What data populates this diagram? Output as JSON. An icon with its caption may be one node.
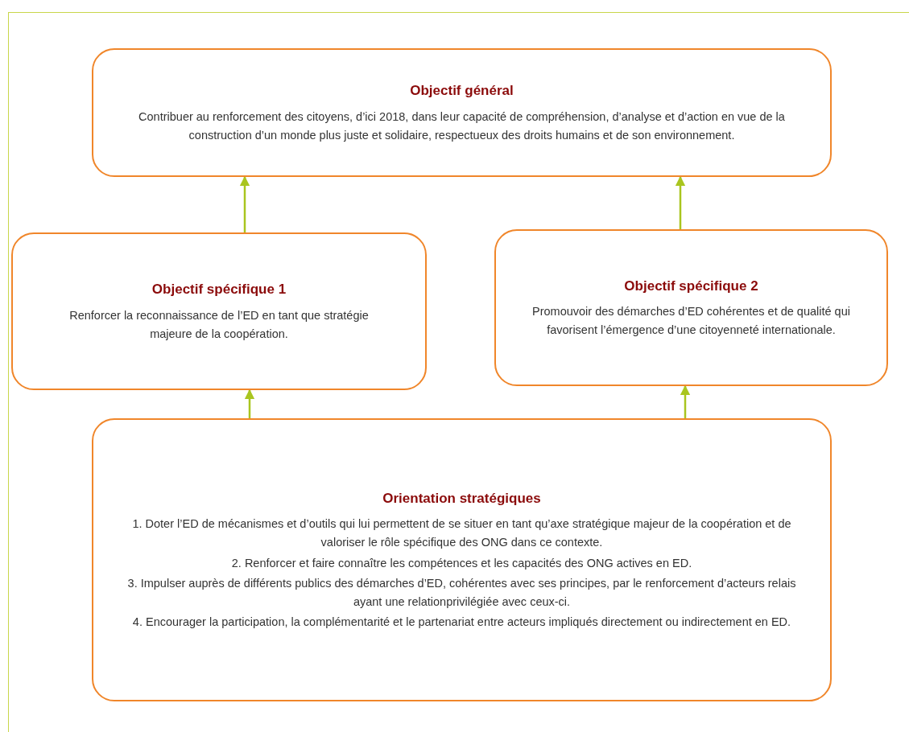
{
  "diagram": {
    "nodes": [
      {
        "text": [
          "Objectif général",
          "Contribuer au renforcement des citoyens, d’ici 2018, dans leur capacité de compréhension, d’analyse et d’action en vue de la construction d’un monde plus juste et solidaire, respectueux des droits humains et de son environnement."
        ]
      },
      {
        "text": [
          "Objectif spécifique 1",
          "Renforcer la reconnaissance de l’ED en tant que stratégie majeure de la coopération."
        ]
      },
      {
        "text": [
          "Objectif spécifique 2",
          "Promouvoir des démarches d’ED cohérentes et de qualité qui favorisent l’émergence d’une citoyenneté internationale."
        ]
      },
      {
        "text": [
          "Orientation stratégiques",
          "1. Doter l’ED de mécanismes et d’outils qui lui permettent de se situer en tant qu’axe stratégique majeur de la coopération et de valoriser le rôle spécifique des ONG dans ce contexte.",
          "2. Renforcer et faire connaître les compétences et les capacités des ONG actives en ED.",
          "3. Impulser auprès de différents publics des démarches d’ED, cohérentes avec ses principes, par le renforcement d’acteurs relais ayant une relationprivilégiée avec ceux-ci.",
          "4. Encourager la participation, la complémentarité et le partenariat entre acteurs impliqués directement ou indirectement en ED."
        ]
      }
    ],
    "edges": [
      {
        "from": 1,
        "to": 0,
        "arrow": "to"
      },
      {
        "from": 2,
        "to": 0,
        "arrow": "to"
      },
      {
        "from": 3,
        "to": 1,
        "arrow": "to"
      },
      {
        "from": 3,
        "to": 2,
        "arrow": "to"
      }
    ]
  }
}
